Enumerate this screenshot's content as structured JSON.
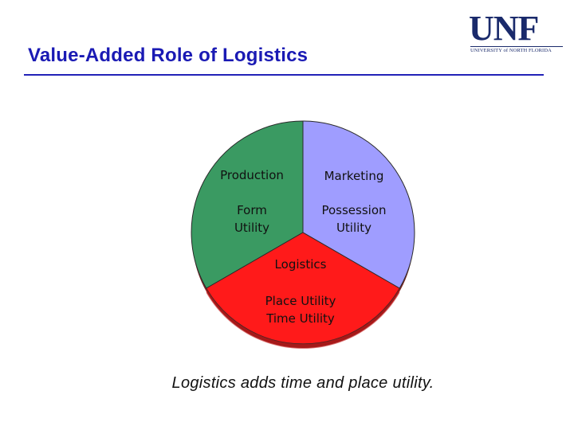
{
  "slide": {
    "title": "Value-Added Role of Logistics",
    "caption": "Logistics adds time and place utility."
  },
  "logo": {
    "mark": "UNF",
    "subtitle": "UNIVERSITY of NORTH FLORIDA"
  },
  "diagram": {
    "segments": [
      {
        "id": "production",
        "heading": "Production",
        "lines": [
          "Form",
          "Utility"
        ],
        "color": "#3a9a62"
      },
      {
        "id": "marketing",
        "heading": "Marketing",
        "lines": [
          "Possession",
          "Utility"
        ],
        "color": "#9f9dff"
      },
      {
        "id": "logistics",
        "heading": "Logistics",
        "lines": [
          "Place Utility",
          "Time Utility"
        ],
        "color": "#ff1a1a"
      }
    ]
  },
  "colors": {
    "title": "#1a1ab4",
    "rule": "#2222b8",
    "logo": "#1a2a6b"
  }
}
